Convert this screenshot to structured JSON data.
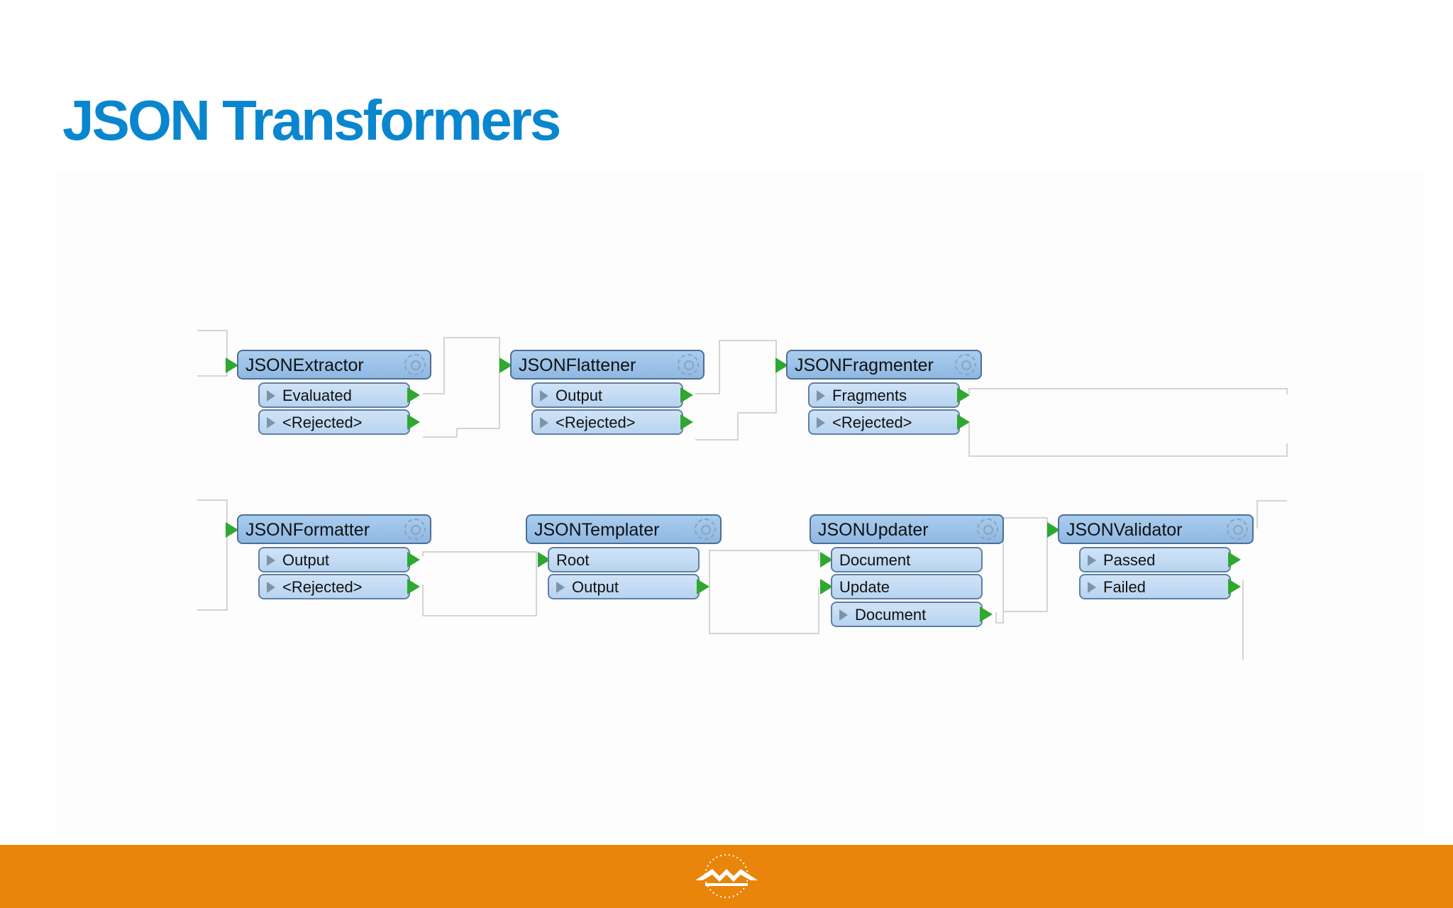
{
  "slide": {
    "title": "JSON Transformers",
    "title_color": "#0a86cf",
    "footer_color": "#e8850a"
  },
  "transformers": {
    "extractor": {
      "name": "JSONExtractor",
      "ports": {
        "out1": "Evaluated",
        "out2": "<Rejected>"
      }
    },
    "flattener": {
      "name": "JSONFlattener",
      "ports": {
        "out1": "Output",
        "out2": "<Rejected>"
      }
    },
    "fragmenter": {
      "name": "JSONFragmenter",
      "ports": {
        "out1": "Fragments",
        "out2": "<Rejected>"
      }
    },
    "formatter": {
      "name": "JSONFormatter",
      "ports": {
        "out1": "Output",
        "out2": "<Rejected>"
      }
    },
    "templater": {
      "name": "JSONTemplater",
      "ports": {
        "in1": "Root",
        "out1": "Output"
      }
    },
    "updater": {
      "name": "JSONUpdater",
      "ports": {
        "in1": "Document",
        "in2": "Update",
        "out1": "Document"
      }
    },
    "validator": {
      "name": "JSONValidator",
      "ports": {
        "out1": "Passed",
        "out2": "Failed"
      }
    }
  },
  "icons": {
    "gear": "gear-icon",
    "port_expander": "triangle-right-icon",
    "port_arrow": "green-arrow-icon",
    "logo": "fme-logo"
  }
}
